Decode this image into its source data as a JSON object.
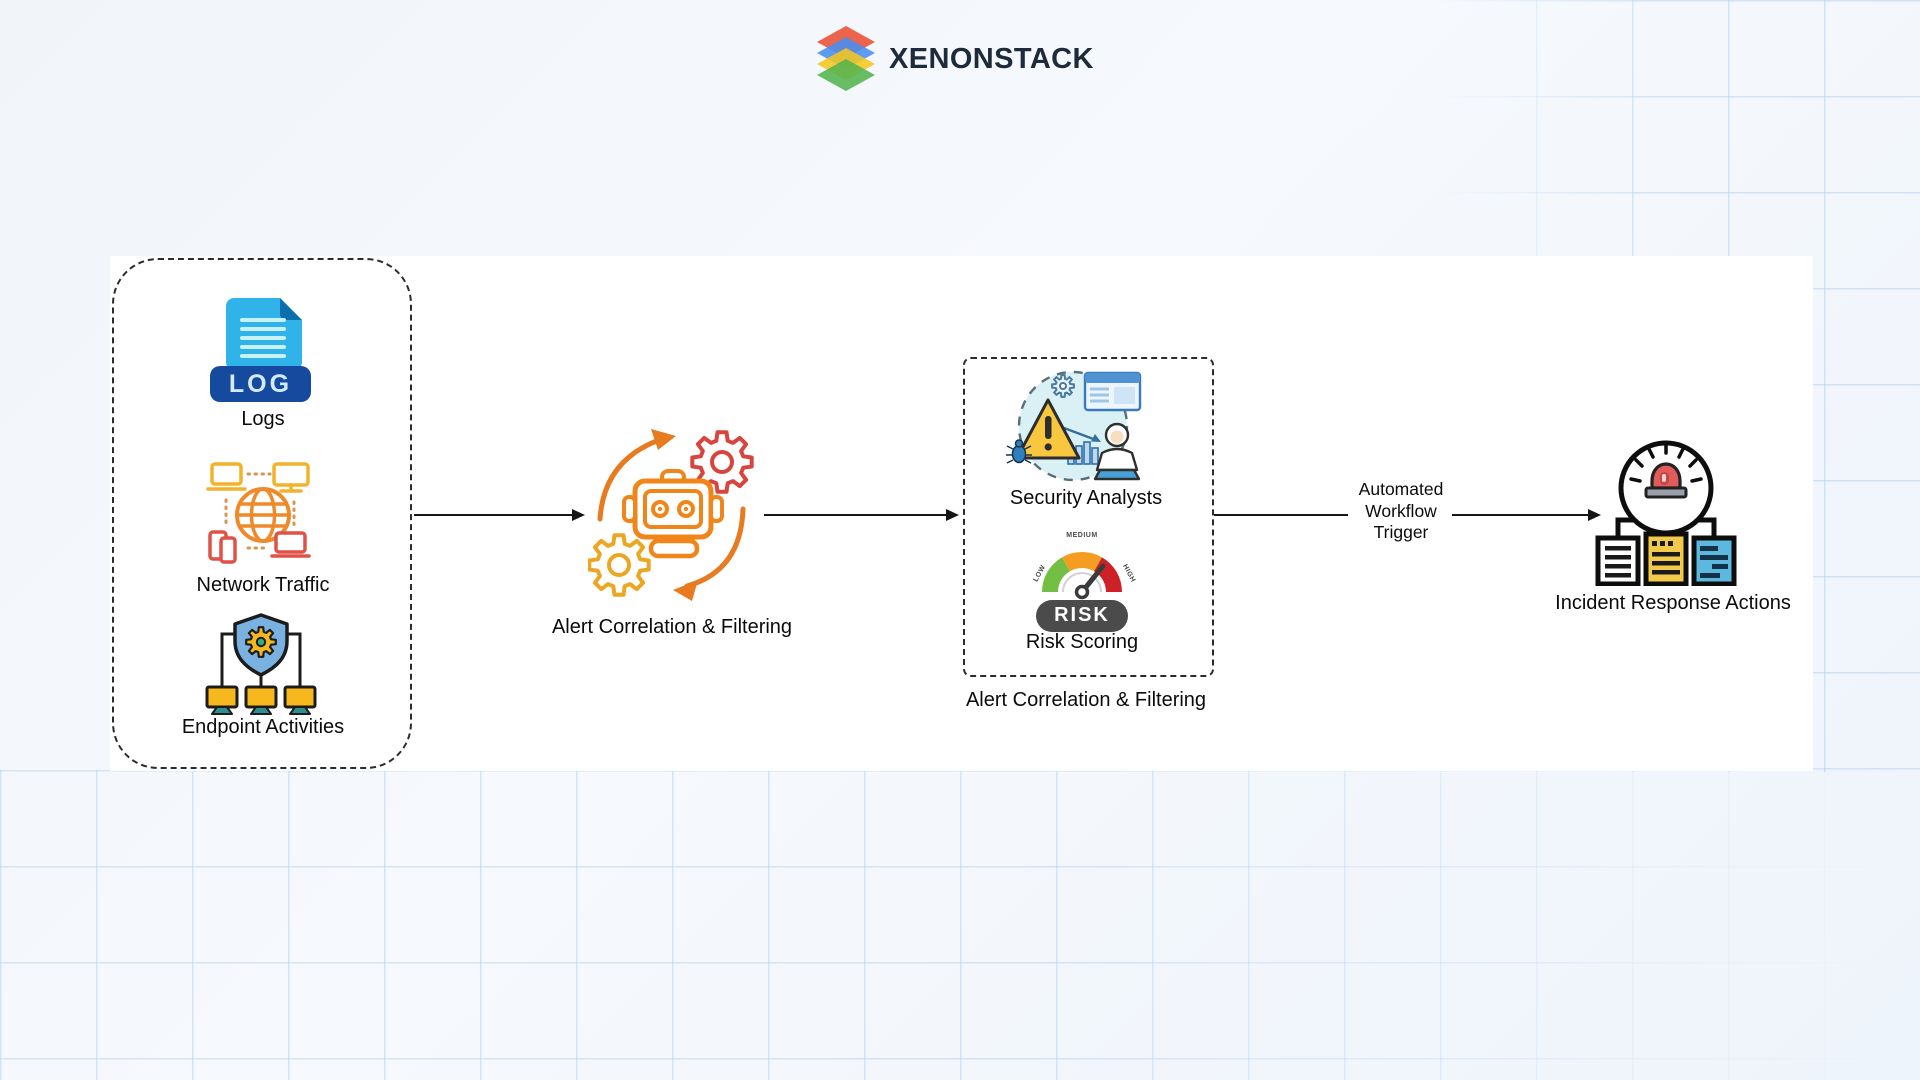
{
  "brand": {
    "name": "XENONSTACK"
  },
  "nodes": {
    "sources": {
      "items": [
        {
          "label": "Logs",
          "badge": "LOG",
          "icon": "log-document-icon"
        },
        {
          "label": "Network Traffic",
          "icon": "network-globe-icon"
        },
        {
          "label": "Endpoint Activities",
          "icon": "shield-endpoints-icon"
        }
      ]
    },
    "correlation": {
      "label": "Alert Correlation & Filtering",
      "icon": "robot-gears-icon"
    },
    "triage": {
      "group_label": "Alert Correlation & Filtering",
      "analysts": {
        "label": "Security Analysts",
        "icon": "analyst-alert-icon"
      },
      "risk": {
        "label": "Risk Scoring",
        "icon": "risk-gauge-icon",
        "badge": "RISK",
        "gauge_labels": [
          "LOW",
          "MEDIUM",
          "HIGH"
        ]
      }
    },
    "trigger_annotation": {
      "lines": [
        "Automated",
        "Workflow",
        "Trigger"
      ]
    },
    "response": {
      "label": "Incident Response Actions",
      "icon": "siren-documents-icon"
    }
  },
  "colors": {
    "background": "#f3f6fa",
    "canvas_band": "#ffffff",
    "grid_line": "#cfe0f5",
    "dashed_border": "#2b2b2b",
    "arrow": "#161616",
    "brand_text": "#1e2b3a",
    "brand_red": "#ea4e33",
    "brand_blue": "#478ef2",
    "brand_yellow": "#f4c61f",
    "brand_green": "#54b44e",
    "log_blue": "#2fb3e9",
    "log_navy": "#164a9e",
    "network_orange": "#ee8a2a",
    "gear_red": "#d8453e",
    "gear_yellow": "#eca722",
    "robot_orange": "#f08519",
    "risk_green": "#72bf44",
    "risk_orange": "#f59d20",
    "risk_red": "#ce2127",
    "risk_banner": "#4b4b4b",
    "doc_yellow": "#f3c94b",
    "doc_blue": "#5cb8dd",
    "siren_red": "#e25b5b"
  }
}
